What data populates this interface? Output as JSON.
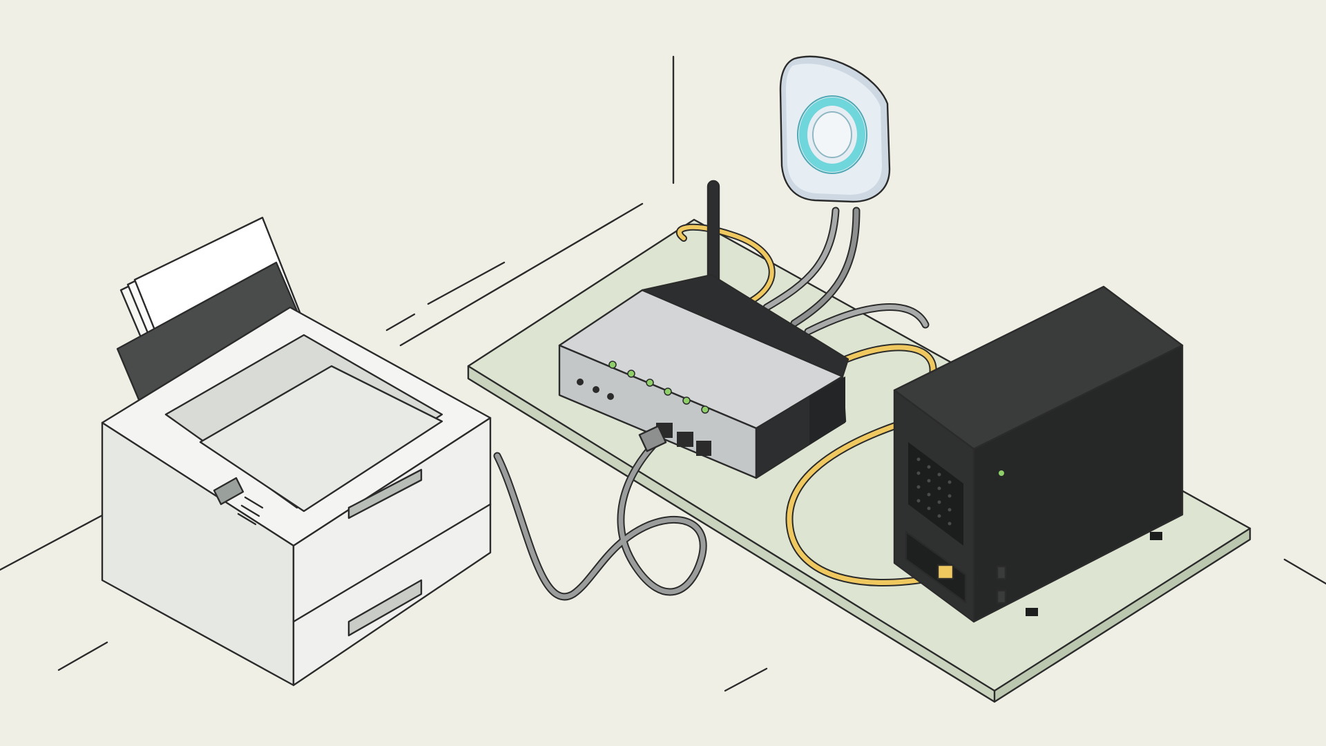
{
  "scene": {
    "description_visible_text": "",
    "colors": {
      "background": "#efefe6",
      "floor_mat": "#dde5d2",
      "floor_mat_edge": "#c9d3bd",
      "printer_body": "#f4f5f2",
      "printer_side": "#e6e8e3",
      "printer_tray": "#d9dcd6",
      "router_silver": "#d3d5d6",
      "router_black": "#2d2e2f",
      "nas_black": "#2f3130",
      "nas_side": "#3a3c3b",
      "cable_yellow": "#f0c860",
      "cable_gray": "#9a9d9b",
      "wifi_ring": "#6fd6dc",
      "wifi_body": "#dfe7ee",
      "led_green": "#8fcf6a"
    },
    "objects": [
      {
        "name": "printer",
        "icon": "printer-icon"
      },
      {
        "name": "router",
        "icon": "router-icon"
      },
      {
        "name": "access-point",
        "icon": "wifi-access-point-icon"
      },
      {
        "name": "nas-server",
        "icon": "server-icon"
      },
      {
        "name": "ethernet-cables",
        "icon": "cable-icon"
      }
    ]
  }
}
